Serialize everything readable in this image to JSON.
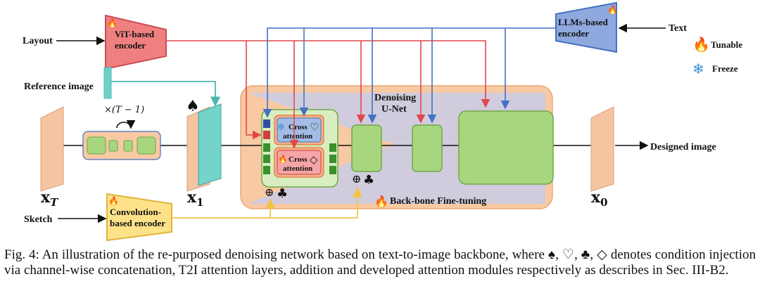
{
  "inputs": {
    "layout": "Layout",
    "reference": "Reference image",
    "sketch": "Sketch",
    "text": "Text"
  },
  "encoders": {
    "vit_line1": "ViT-based",
    "vit_line2": "encoder",
    "llm_line1": "LLMs-based",
    "llm_line2": "encoder",
    "conv_line1": "Convolution-",
    "conv_line2": "based encoder"
  },
  "legend": {
    "tunable": "Tunable",
    "freeze": "Freeze"
  },
  "unet": {
    "title_line1": "Denoising",
    "title_line2": "U-Net",
    "cross1_line1": "Cross",
    "cross1_line2": "attention",
    "cross2_line1": "Cross",
    "cross2_line2": "attention",
    "backbone": "Back-bone Fine-tuning"
  },
  "math": {
    "repeat": "×(T − 1)",
    "xT_base": "x",
    "xT_sub": "T",
    "x1_base": "x",
    "x1_sub": "1",
    "x0_base": "x",
    "x0_sub": "0"
  },
  "output": "Designed image",
  "symbols": {
    "spade": "♠",
    "heart": "♡",
    "club": "♣",
    "diamond": "◇",
    "plus": "⊕"
  },
  "colors": {
    "red": "#e0474c",
    "blue": "#4472c4",
    "teal": "#4cb8b0",
    "yellow": "#f3c34a",
    "unet_bg": "#f8c9a3",
    "unet_inner": "#c9cde8",
    "block_green": "#a8d67e",
    "vit_fill": "#f08080",
    "llm_fill": "#8fa9de",
    "conv_fill": "#fde28a"
  },
  "caption": "Fig. 4: An illustration of the re-purposed denoising network based on text-to-image backbone, where ♠, ♡, ♣, ◇ denotes condition injection via channel-wise concatenation, T2I attention layers, addition and developed attention modules respectively as describes in Sec. III-B2."
}
